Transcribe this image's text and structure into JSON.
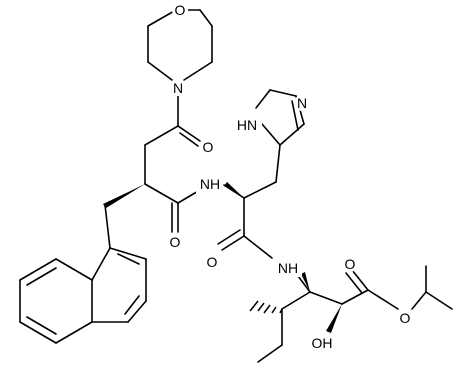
{
  "molecule": {
    "atom_labels": {
      "morpholine_o": "O",
      "morpholine_n": "N",
      "amide1_o": "O",
      "amide2_nh": "NH",
      "amide2_o": "O",
      "imid_nh": "HN",
      "imid_n": "N",
      "amide3_o": "O",
      "amide3_nh": "NH",
      "ester_o_carbonyl": "O",
      "ester_o": "O",
      "hydroxyl": "OH"
    }
  }
}
